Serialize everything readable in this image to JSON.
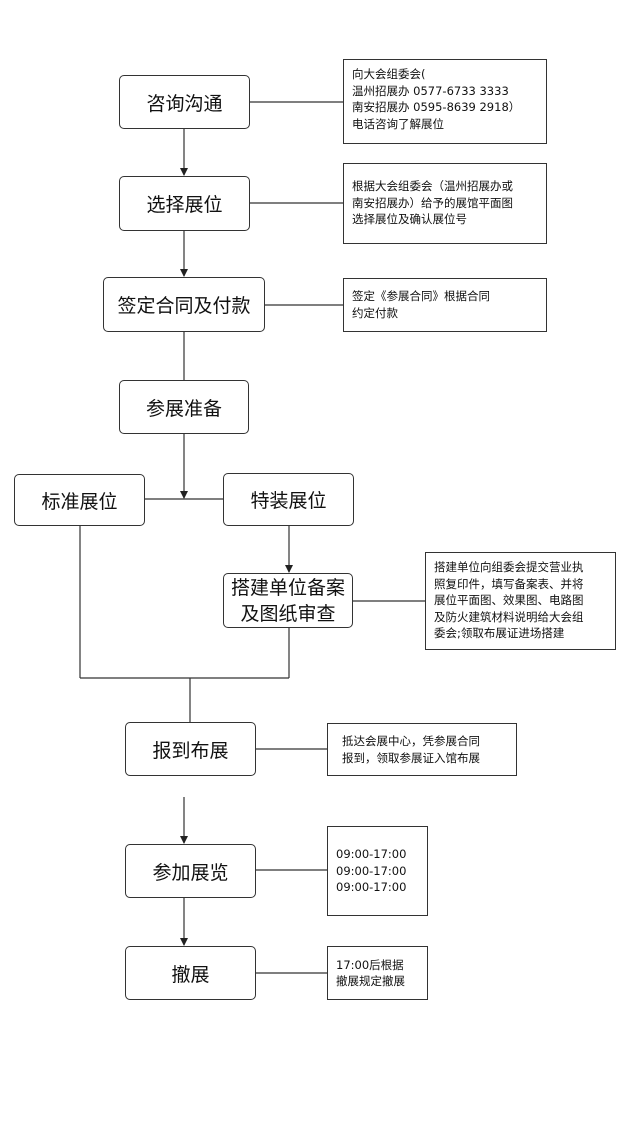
{
  "steps": {
    "consult": "咨询沟通",
    "select_booth": "选择展位",
    "sign_contract": "签定合同及付款",
    "prepare": "参展准备",
    "standard_booth": "标准展位",
    "special_booth": "特装展位",
    "filing_line1": "搭建单位备案",
    "filing_line2": "及图纸审查",
    "report": "报到布展",
    "attend": "参加展览",
    "dismantle": "撤展"
  },
  "notes": {
    "consult": [
      "向大会组委会(",
      "温州招展办 0577-6733 3333",
      "南安招展办 0595-8639 2918）",
      "电话咨询了解展位"
    ],
    "select_booth": [
      "根据大会组委会（温州招展办或",
      "南安招展办）给予的展馆平面图",
      "选择展位及确认展位号"
    ],
    "sign_contract": [
      "签定《参展合同》根据合同",
      "约定付款"
    ],
    "filing": [
      "搭建单位向组委会提交营业执",
      "照复印件，填写备案表、并将",
      "展位平面图、效果图、电路图",
      "及防火建筑材料说明给大会组",
      "委会;领取布展证进场搭建"
    ],
    "report": [
      "抵达会展中心，凭参展合同",
      "报到，领取参展证入馆布展"
    ],
    "attend": [
      "09:00-17:00",
      "09:00-17:00",
      "09:00-17:00"
    ],
    "dismantle": [
      "17:00后根据",
      "撤展规定撤展"
    ]
  }
}
